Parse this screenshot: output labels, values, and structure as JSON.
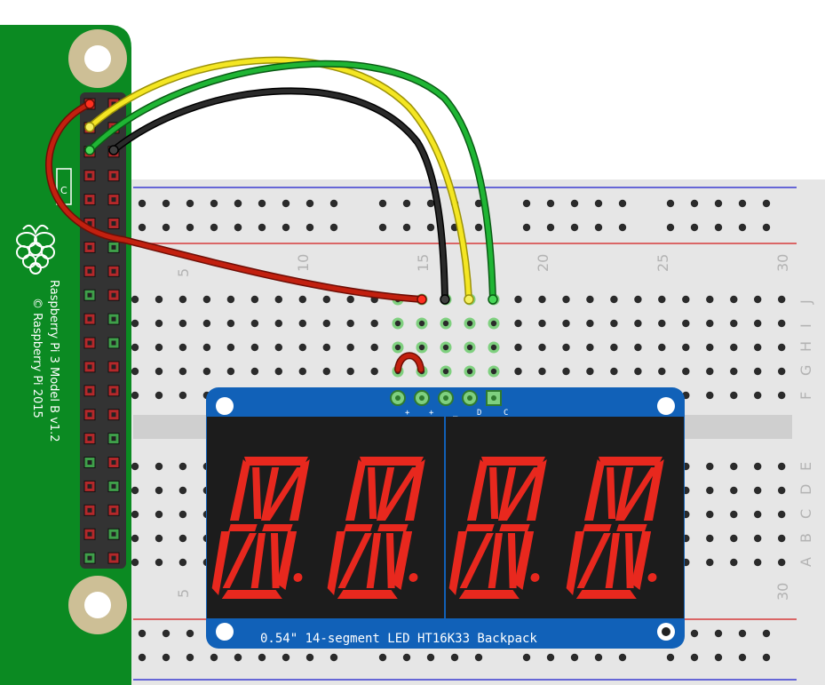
{
  "raspberry_pi": {
    "model_text": "Raspberry Pi 3 Model B v1.2",
    "copyright_text": "© Raspberry Pi 2015"
  },
  "breadboard": {
    "top_column_numbers": [
      "5",
      "10",
      "15",
      "20",
      "25",
      "30"
    ],
    "bottom_column_numbers": [
      "5",
      "30"
    ],
    "top_row_letters": [
      "J",
      "I",
      "H",
      "G",
      "F"
    ],
    "bottom_row_letters": [
      "E",
      "D",
      "C",
      "B",
      "A"
    ]
  },
  "backpack": {
    "label": "0.54\" 14-segment LED HT16K33 Backpack",
    "pin_labels": [
      "+",
      "+",
      "_",
      "D",
      "C"
    ],
    "digit_color": "#e8281e",
    "board_color": "#1161b8"
  },
  "wires": {
    "colors": [
      "#b71c0c",
      "#f3e61c",
      "#1a9e2a",
      "#1a1a1a"
    ]
  },
  "colors": {
    "pi_green": "#0b8a22",
    "breadboard": "#e6e6e6"
  }
}
